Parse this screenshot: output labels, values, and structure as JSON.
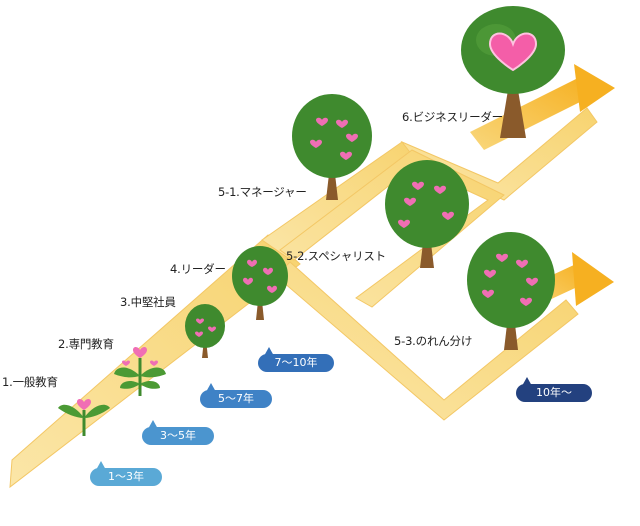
{
  "stages": [
    {
      "label": "1.一般教育"
    },
    {
      "label": "2.専門教育"
    },
    {
      "label": "3.中堅社員"
    },
    {
      "label": "4.リーダー"
    },
    {
      "label": "5-1.マネージャー"
    },
    {
      "label": "5-2.スペシャリスト"
    },
    {
      "label": "5-3.のれん分け"
    },
    {
      "label": "6.ビジネスリーダー"
    }
  ],
  "badges": [
    {
      "label": "1〜3年",
      "color": "#5aa9d6"
    },
    {
      "label": "3〜5年",
      "color": "#4b95cf"
    },
    {
      "label": "5〜7年",
      "color": "#3f82c6"
    },
    {
      "label": "7〜10年",
      "color": "#336fb8"
    },
    {
      "label": "10年〜",
      "color": "#23417f"
    }
  ],
  "colors": {
    "path": "#f9dd8e",
    "path_edge": "#f3c765",
    "arrow": "#f8b92e",
    "foliage": "#3f8a2e",
    "foliage_light": "#5aa43e",
    "trunk": "#8a5a2b",
    "heart": "#f06eb4",
    "big_heart": "#f45ea8"
  }
}
